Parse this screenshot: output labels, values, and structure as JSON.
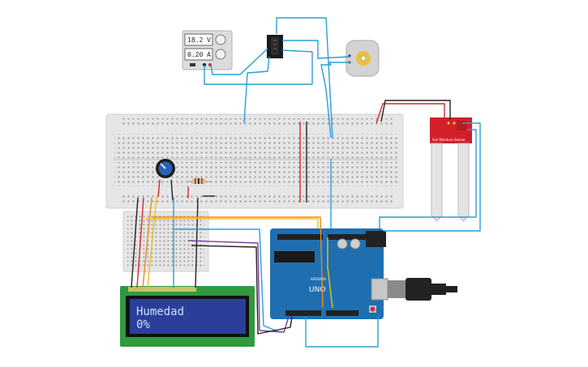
{
  "power_supply": {
    "voltage": "18.2 V",
    "current": "0.20 A"
  },
  "lcd": {
    "line1": "Humedad",
    "line2": "0%"
  },
  "moisture_sensor": {
    "label": "Soil Moisture Sensor"
  },
  "arduino": {
    "model": "UNO",
    "brand": "ARDUINO"
  },
  "colors": {
    "wire_blue": "#2a9fd6",
    "wire_red": "#d62a2a",
    "wire_black": "#222222",
    "wire_orange": "#f08a1c",
    "wire_yellow": "#e8c21a",
    "wire_purple": "#7b3fa0",
    "board_blue": "#1f6fb0",
    "lcd_green": "#2f9a3f",
    "lcd_screen": "#2b3f9a",
    "sensor_red": "#d2202a"
  }
}
